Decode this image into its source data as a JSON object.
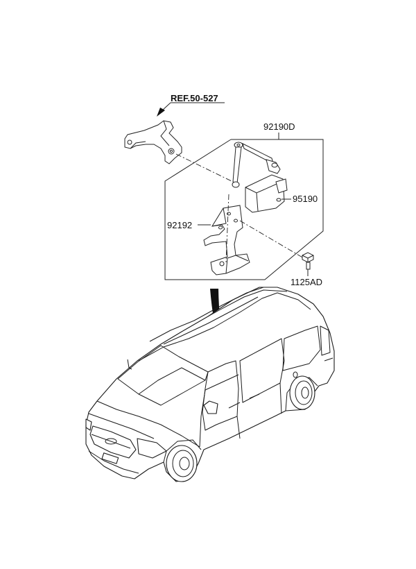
{
  "labels": {
    "ref": "REF.50-527",
    "assembly": "92190D",
    "sensor": "95190",
    "bracket": "92192",
    "bolt": "1125AD"
  },
  "colors": {
    "line": "#222222",
    "background": "#ffffff"
  }
}
